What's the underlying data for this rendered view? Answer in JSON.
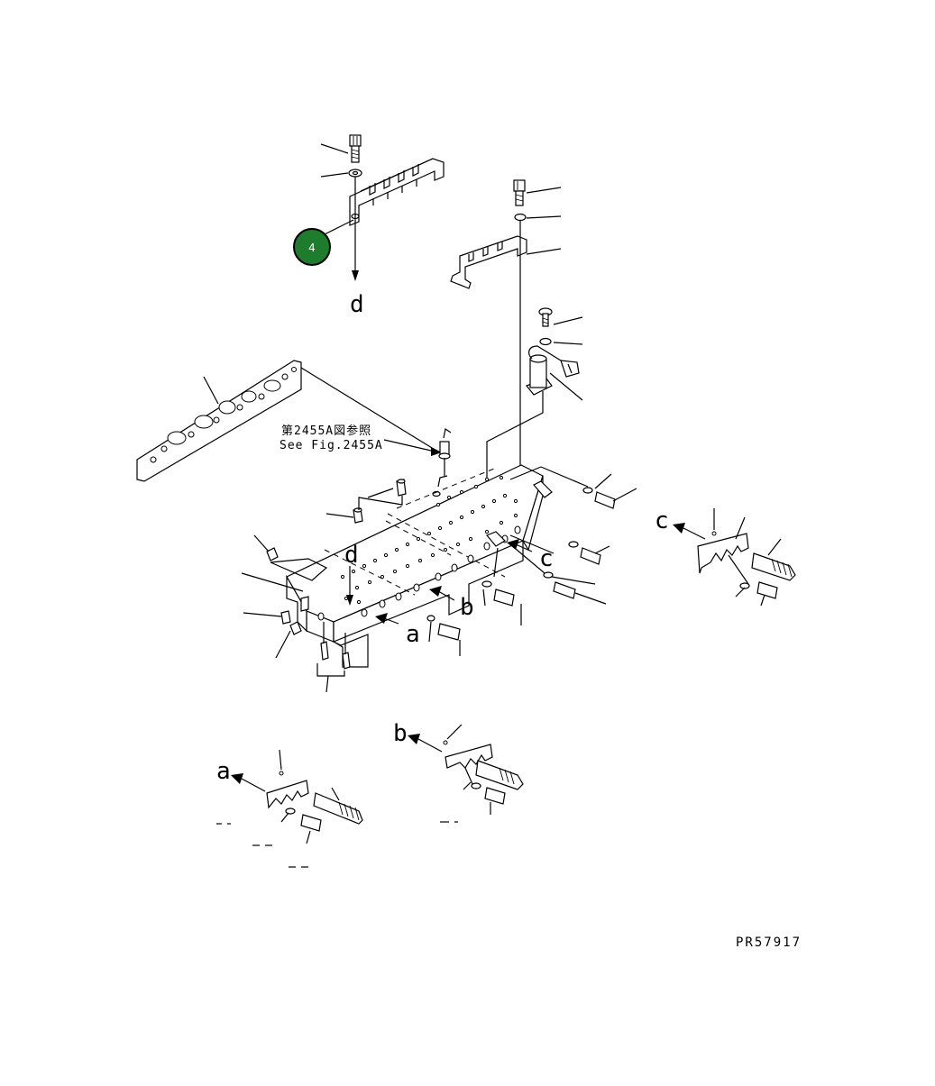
{
  "diagram": {
    "drawing_code": "PR57917",
    "callout": {
      "number": "4",
      "color": "#1e7d2c"
    },
    "crossref": {
      "japanese": "第2455A図参照",
      "english": "See Fig.2455A"
    },
    "view_letters": {
      "a_main": "a",
      "b_main": "b",
      "c_main": "c",
      "d_top": "d",
      "d_main": "d",
      "c_detail": "c",
      "b_detail": "b",
      "a_detail": "a"
    }
  }
}
